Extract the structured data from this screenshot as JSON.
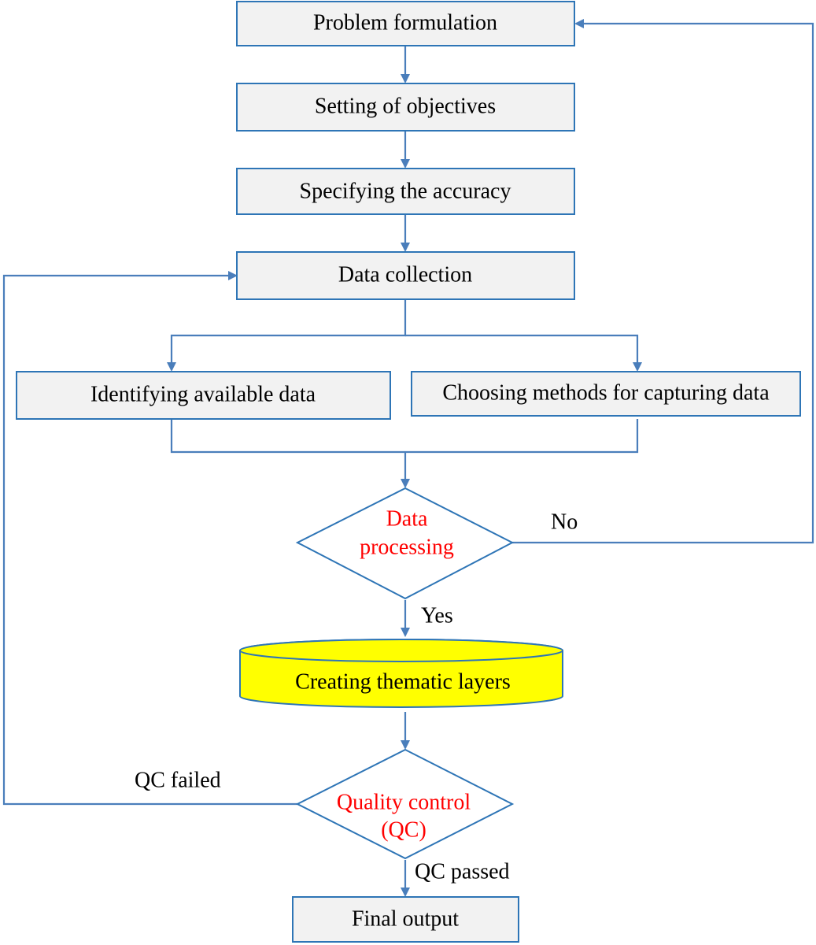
{
  "nodes": {
    "problem_formulation": "Problem formulation",
    "setting_objectives": "Setting of objectives",
    "specifying_accuracy": "Specifying the accuracy",
    "data_collection": "Data collection",
    "identifying_data": "Identifying available data",
    "choosing_methods": "Choosing methods for capturing data",
    "data_processing_line1": "Data",
    "data_processing_line2": "processing",
    "thematic_layers": "Creating thematic layers",
    "quality_control_line1": "Quality control",
    "quality_control_line2": "(QC)",
    "final_output": "Final output"
  },
  "edges": {
    "no": "No",
    "yes": "Yes",
    "qc_failed": "QC failed",
    "qc_passed": "QC passed"
  },
  "colors": {
    "stroke": "#2e75b6",
    "connector": "#4a7ebb",
    "box_fill": "#f2f2f2",
    "cylinder_fill": "#ffff00",
    "decision_text": "#ff0000"
  }
}
